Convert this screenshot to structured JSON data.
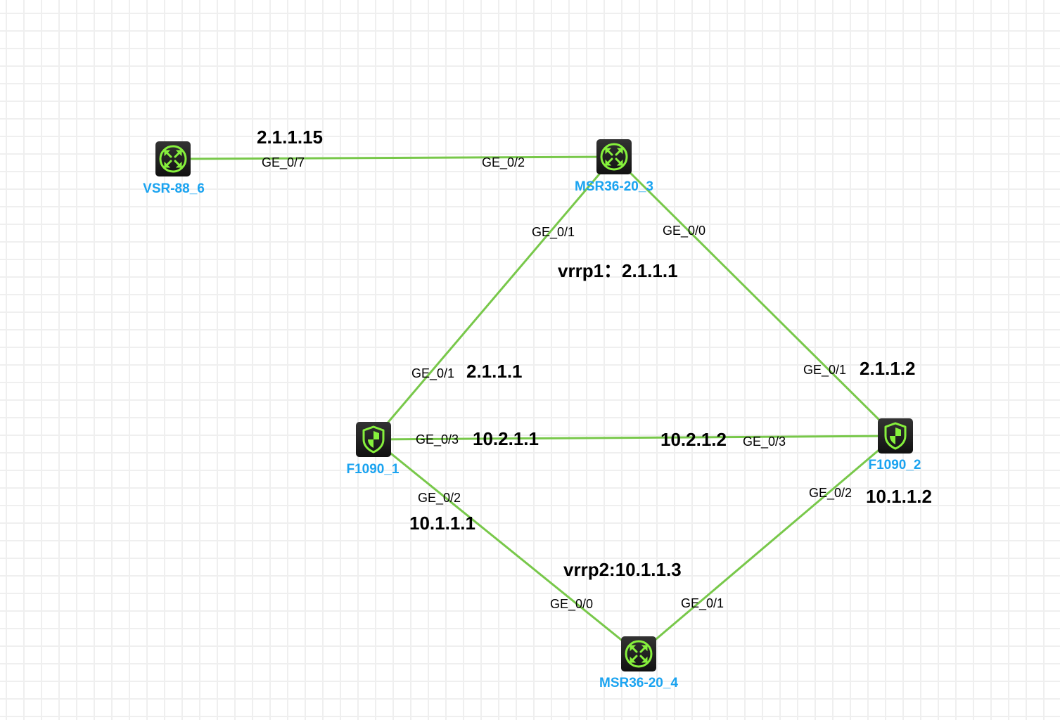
{
  "title": "Network topology",
  "colors": {
    "link": "#78c84a",
    "node_label": "#1aa3f0",
    "icon_accent": "#86f03c"
  },
  "nodes": [
    {
      "id": "vsr88_6",
      "name": "VSR-88_6",
      "type": "router",
      "icon": "router-icon"
    },
    {
      "id": "msr3",
      "name": "MSR36-20_3",
      "type": "router",
      "icon": "router-icon"
    },
    {
      "id": "f1090_1",
      "name": "F1090_1",
      "type": "firewall",
      "icon": "firewall-shield-icon"
    },
    {
      "id": "f1090_2",
      "name": "F1090_2",
      "type": "firewall",
      "icon": "firewall-shield-icon"
    },
    {
      "id": "msr4",
      "name": "MSR36-20_4",
      "type": "router",
      "icon": "router-icon"
    }
  ],
  "links": [
    {
      "from": "vsr88_6",
      "from_port": "GE_0/7",
      "to": "msr3",
      "to_port": "GE_0/2"
    },
    {
      "from": "msr3",
      "from_port": "GE_0/1",
      "to": "f1090_1",
      "to_port": "GE_0/1"
    },
    {
      "from": "msr3",
      "from_port": "GE_0/0",
      "to": "f1090_2",
      "to_port": "GE_0/1"
    },
    {
      "from": "f1090_1",
      "from_port": "GE_0/3",
      "to": "f1090_2",
      "to_port": "GE_0/3"
    },
    {
      "from": "f1090_1",
      "from_port": "GE_0/2",
      "to": "msr4",
      "to_port": "GE_0/0"
    },
    {
      "from": "f1090_2",
      "from_port": "GE_0/2",
      "to": "msr4",
      "to_port": "GE_0/1"
    }
  ],
  "ports": {
    "vsr_ge07": "GE_0/7",
    "msr3_ge02": "GE_0/2",
    "msr3_ge01": "GE_0/1",
    "msr3_ge00": "GE_0/0",
    "f1_ge01": "GE_0/1",
    "f1_ge03": "GE_0/3",
    "f1_ge02": "GE_0/2",
    "f2_ge01": "GE_0/1",
    "f2_ge03": "GE_0/3",
    "f2_ge02": "GE_0/2",
    "msr4_ge00": "GE_0/0",
    "msr4_ge01": "GE_0/1"
  },
  "addresses": {
    "vsr_link": "2.1.1.15",
    "vrrp1": "vrrp1：2.1.1.1",
    "f1_ge01": "2.1.1.1",
    "f2_ge01": "2.1.1.2",
    "f1_ge03": "10.2.1.1",
    "f2_ge03": "10.2.1.2",
    "f1_ge02": "10.1.1.1",
    "f2_ge02": "10.1.1.2",
    "vrrp2": "vrrp2:10.1.1.3"
  }
}
